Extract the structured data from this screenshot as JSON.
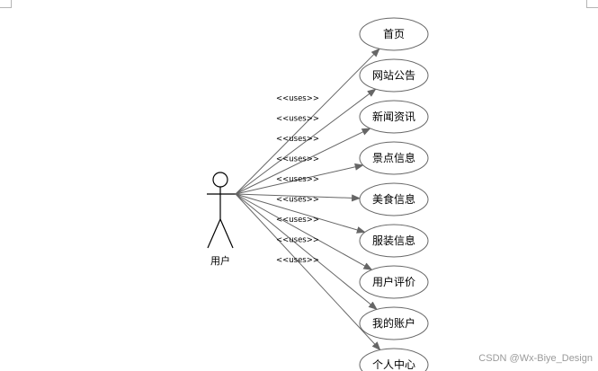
{
  "actor": {
    "label": "用户"
  },
  "relation_label": "<<uses>>",
  "use_cases": [
    "首页",
    "网站公告",
    "新闻资讯",
    "景点信息",
    "美食信息",
    "服装信息",
    "用户评价",
    "我的账户",
    "个人中心"
  ],
  "watermark": "CSDN @Wx-Biye_Design",
  "colors": {
    "line": "#666666",
    "ellipse_stroke": "#666666",
    "text": "#000000"
  }
}
